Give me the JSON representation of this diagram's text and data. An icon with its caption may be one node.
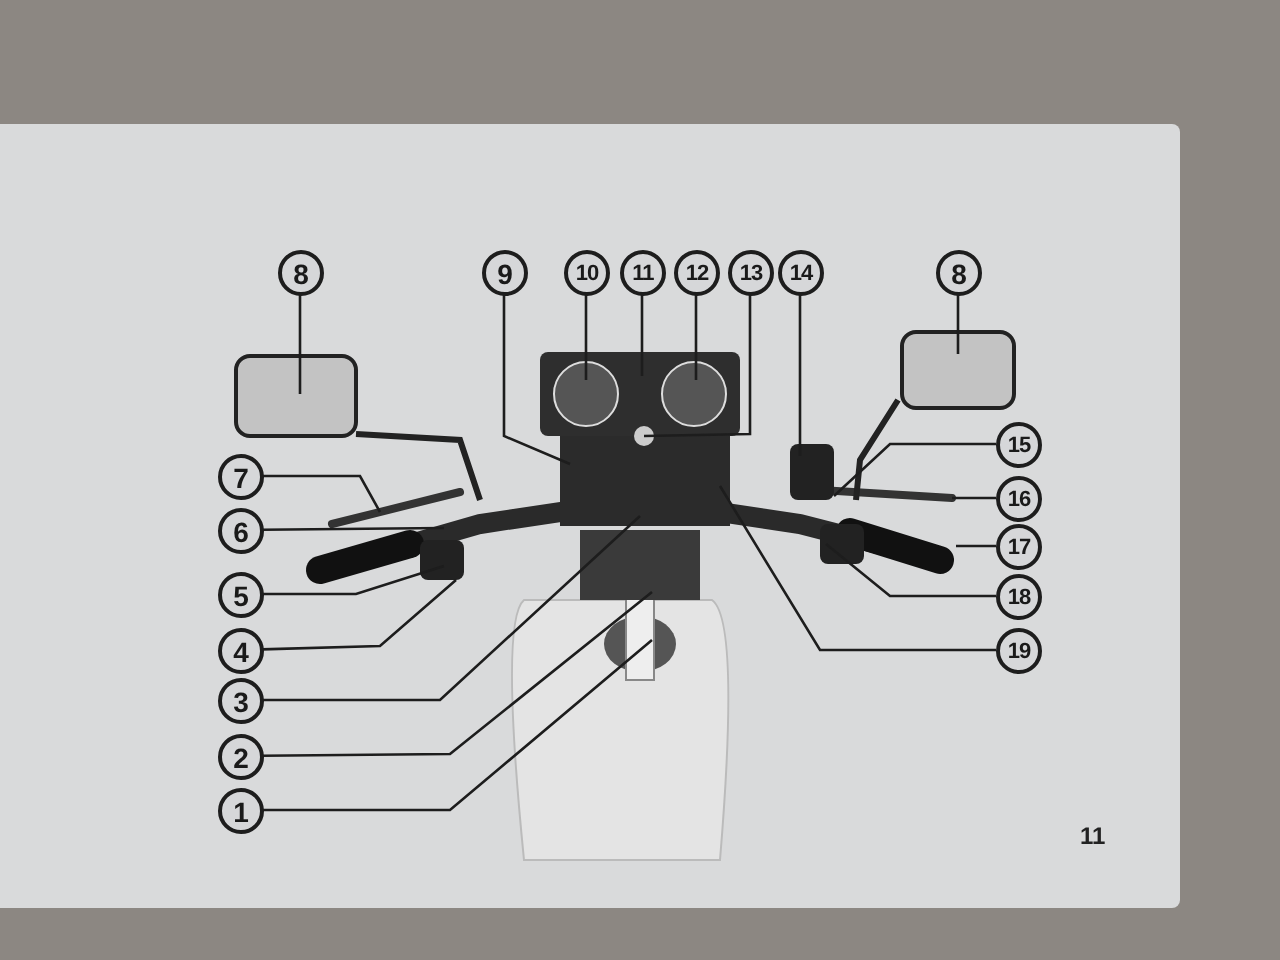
{
  "diagram": {
    "nodes": [
      {
        "text": [
          "8"
        ]
      },
      {
        "text": [
          "9"
        ]
      },
      {
        "text": [
          "10"
        ]
      },
      {
        "text": [
          "11"
        ]
      },
      {
        "text": [
          "12"
        ]
      },
      {
        "text": [
          "13"
        ]
      },
      {
        "text": [
          "14"
        ]
      },
      {
        "text": [
          "8"
        ]
      },
      {
        "text": [
          "7"
        ]
      },
      {
        "text": [
          "6"
        ]
      },
      {
        "text": [
          "5"
        ]
      },
      {
        "text": [
          "4"
        ]
      },
      {
        "text": [
          "3"
        ]
      },
      {
        "text": [
          "2"
        ]
      },
      {
        "text": [
          "1"
        ]
      },
      {
        "text": [
          "15"
        ]
      },
      {
        "text": [
          "16"
        ]
      },
      {
        "text": [
          "17"
        ]
      },
      {
        "text": [
          "18"
        ]
      },
      {
        "text": [
          "19"
        ]
      }
    ],
    "edges": [
      {
        "from": 0,
        "to": null,
        "arrow": "none"
      },
      {
        "from": 1,
        "to": null,
        "arrow": "none"
      },
      {
        "from": 2,
        "to": null,
        "arrow": "none"
      },
      {
        "from": 3,
        "to": null,
        "arrow": "none"
      },
      {
        "from": 4,
        "to": null,
        "arrow": "none"
      },
      {
        "from": 5,
        "to": null,
        "arrow": "none"
      },
      {
        "from": 6,
        "to": null,
        "arrow": "none"
      },
      {
        "from": 7,
        "to": null,
        "arrow": "none"
      },
      {
        "from": 8,
        "to": null,
        "arrow": "none"
      },
      {
        "from": 9,
        "to": null,
        "arrow": "none"
      },
      {
        "from": 10,
        "to": null,
        "arrow": "none"
      },
      {
        "from": 11,
        "to": null,
        "arrow": "none"
      },
      {
        "from": 12,
        "to": null,
        "arrow": "none"
      },
      {
        "from": 13,
        "to": null,
        "arrow": "none"
      },
      {
        "from": 14,
        "to": null,
        "arrow": "none"
      },
      {
        "from": 15,
        "to": null,
        "arrow": "none"
      },
      {
        "from": 16,
        "to": null,
        "arrow": "none"
      },
      {
        "from": 17,
        "to": null,
        "arrow": "none"
      },
      {
        "from": 18,
        "to": null,
        "arrow": "none"
      },
      {
        "from": 19,
        "to": null,
        "arrow": "none"
      }
    ],
    "labels": [
      "11"
    ]
  }
}
